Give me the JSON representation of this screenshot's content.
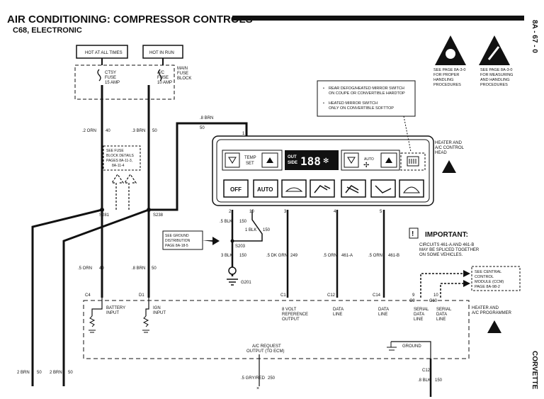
{
  "header": {
    "title": "AIR CONDITIONING:  COMPRESSOR CONTROLS",
    "subtitle": "C68, ELECTRONIC",
    "page_code": "8A - 67 - 0",
    "footer_model": "CORVETTE"
  },
  "power": {
    "hot_at_all_times": "HOT AT ALL TIMES",
    "hot_in_run": "HOT IN RUN",
    "fuse_block_label": [
      "MAIN",
      "FUSE",
      "BLOCK"
    ],
    "fuse1": [
      "CTSY",
      "FUSE",
      "15 AMP"
    ],
    "fuse2": [
      "A/C",
      "FUSE",
      "10 AMP"
    ]
  },
  "warnings": {
    "esd1": [
      "SEE PAGE 8A-3-0",
      "FOR PROPER",
      "HANDLING",
      "PROCEDURES"
    ],
    "esd2": [
      "SEE PAGE 8A-3-0",
      "FOR MEASURING",
      "AND HANDLING",
      "PROCEDURES"
    ]
  },
  "notes": {
    "rear_defog": [
      "REAR DEFOG/HEATED MIRROR SWITCH",
      "ON COUPE OR CONVERTIBLE HARDTOP"
    ],
    "heated_mirror": [
      "HEATED MIRROR SWITCH",
      "ONLY ON CONVERTIBLE SOFTTOP"
    ],
    "fuse_details": [
      "SEE FUSE",
      "BLOCK DETAILS",
      "PAGES 8A-11-3,",
      "8A-11-4"
    ],
    "ground_dist": [
      "SEE GROUND",
      "DISTRIBUTION",
      "PAGE 8A-18-5"
    ],
    "important_title": "IMPORTANT:",
    "important_text": [
      "CIRCUITS 461-A AND 461-B",
      "MAY BE SPLICED TOGETHER",
      "ON SOME VEHICLES."
    ],
    "central_control": [
      "SEE CENTRAL",
      "CONTROL",
      "MODULE (CCM)",
      "PAGE 8A-98-2"
    ]
  },
  "control_head": {
    "label": [
      "HEATER AND",
      "A/C CONTROL",
      "HEAD"
    ],
    "temp_set": [
      "TEMP",
      "SET"
    ],
    "outside": [
      "OUT",
      "SIDE"
    ],
    "display": "188",
    "auto_small": "AUTO",
    "off": "OFF",
    "auto": "AUTO",
    "pins": [
      "2",
      "10",
      "3",
      "4",
      "5"
    ],
    "pin1": "1"
  },
  "programmer": {
    "label": [
      "HEATER AND",
      "A/C PROGRAMMER"
    ],
    "conn": [
      "C4",
      "D1",
      "C1",
      "C12",
      "C14",
      "C9",
      "C10"
    ],
    "battery": [
      "BATTERY",
      "INPUT"
    ],
    "ign": [
      "IGN",
      "INPUT"
    ],
    "ref": [
      "8 VOLT",
      "REFERENCE",
      "OUTPUT"
    ],
    "data1": [
      "DATA",
      "LINE"
    ],
    "data2": [
      "DATA",
      "LINE"
    ],
    "serial1": [
      "SERIAL",
      "DATA",
      "LINE"
    ],
    "serial2": [
      "SERIAL",
      "DATA",
      "LINE"
    ],
    "ground": "GROUND",
    "ac_request": [
      "A/C REQUEST",
      "OUTPUT (TO ECM)"
    ],
    "c12": "C12"
  },
  "wires": {
    "w1": ".8 BRN",
    "w1n": "50",
    "w2": ".2 ORN",
    "w2n": "40",
    "w3": ".3 BRN",
    "w3n": "50",
    "w4": ".5 BLK",
    "w4n": "150",
    "w5": "1 BLK",
    "w5n": "150",
    "w6": "3 BLK",
    "w6n": "150",
    "w7": ".5 DK GRN",
    "w7n": "249",
    "w8": ".5 ORN",
    "w8n": "461-A",
    "w9": ".5 ORN",
    "w9n": "461-B",
    "w10": ".5 ORN",
    "w10n": "40",
    "w11": ".8 BRN",
    "w11n": "50",
    "w12": "2 BRN",
    "w12n": "50",
    "w13": "2 BRN",
    "w13n": "50",
    "w14": ".5 GRY/RED",
    "w14n": "250",
    "w15": ".8 BLK",
    "w15n": "150",
    "s281": "S281",
    "s238": "S238",
    "s203": "S203",
    "g201": "G201",
    "pin9": "9",
    "pin10": "10"
  }
}
